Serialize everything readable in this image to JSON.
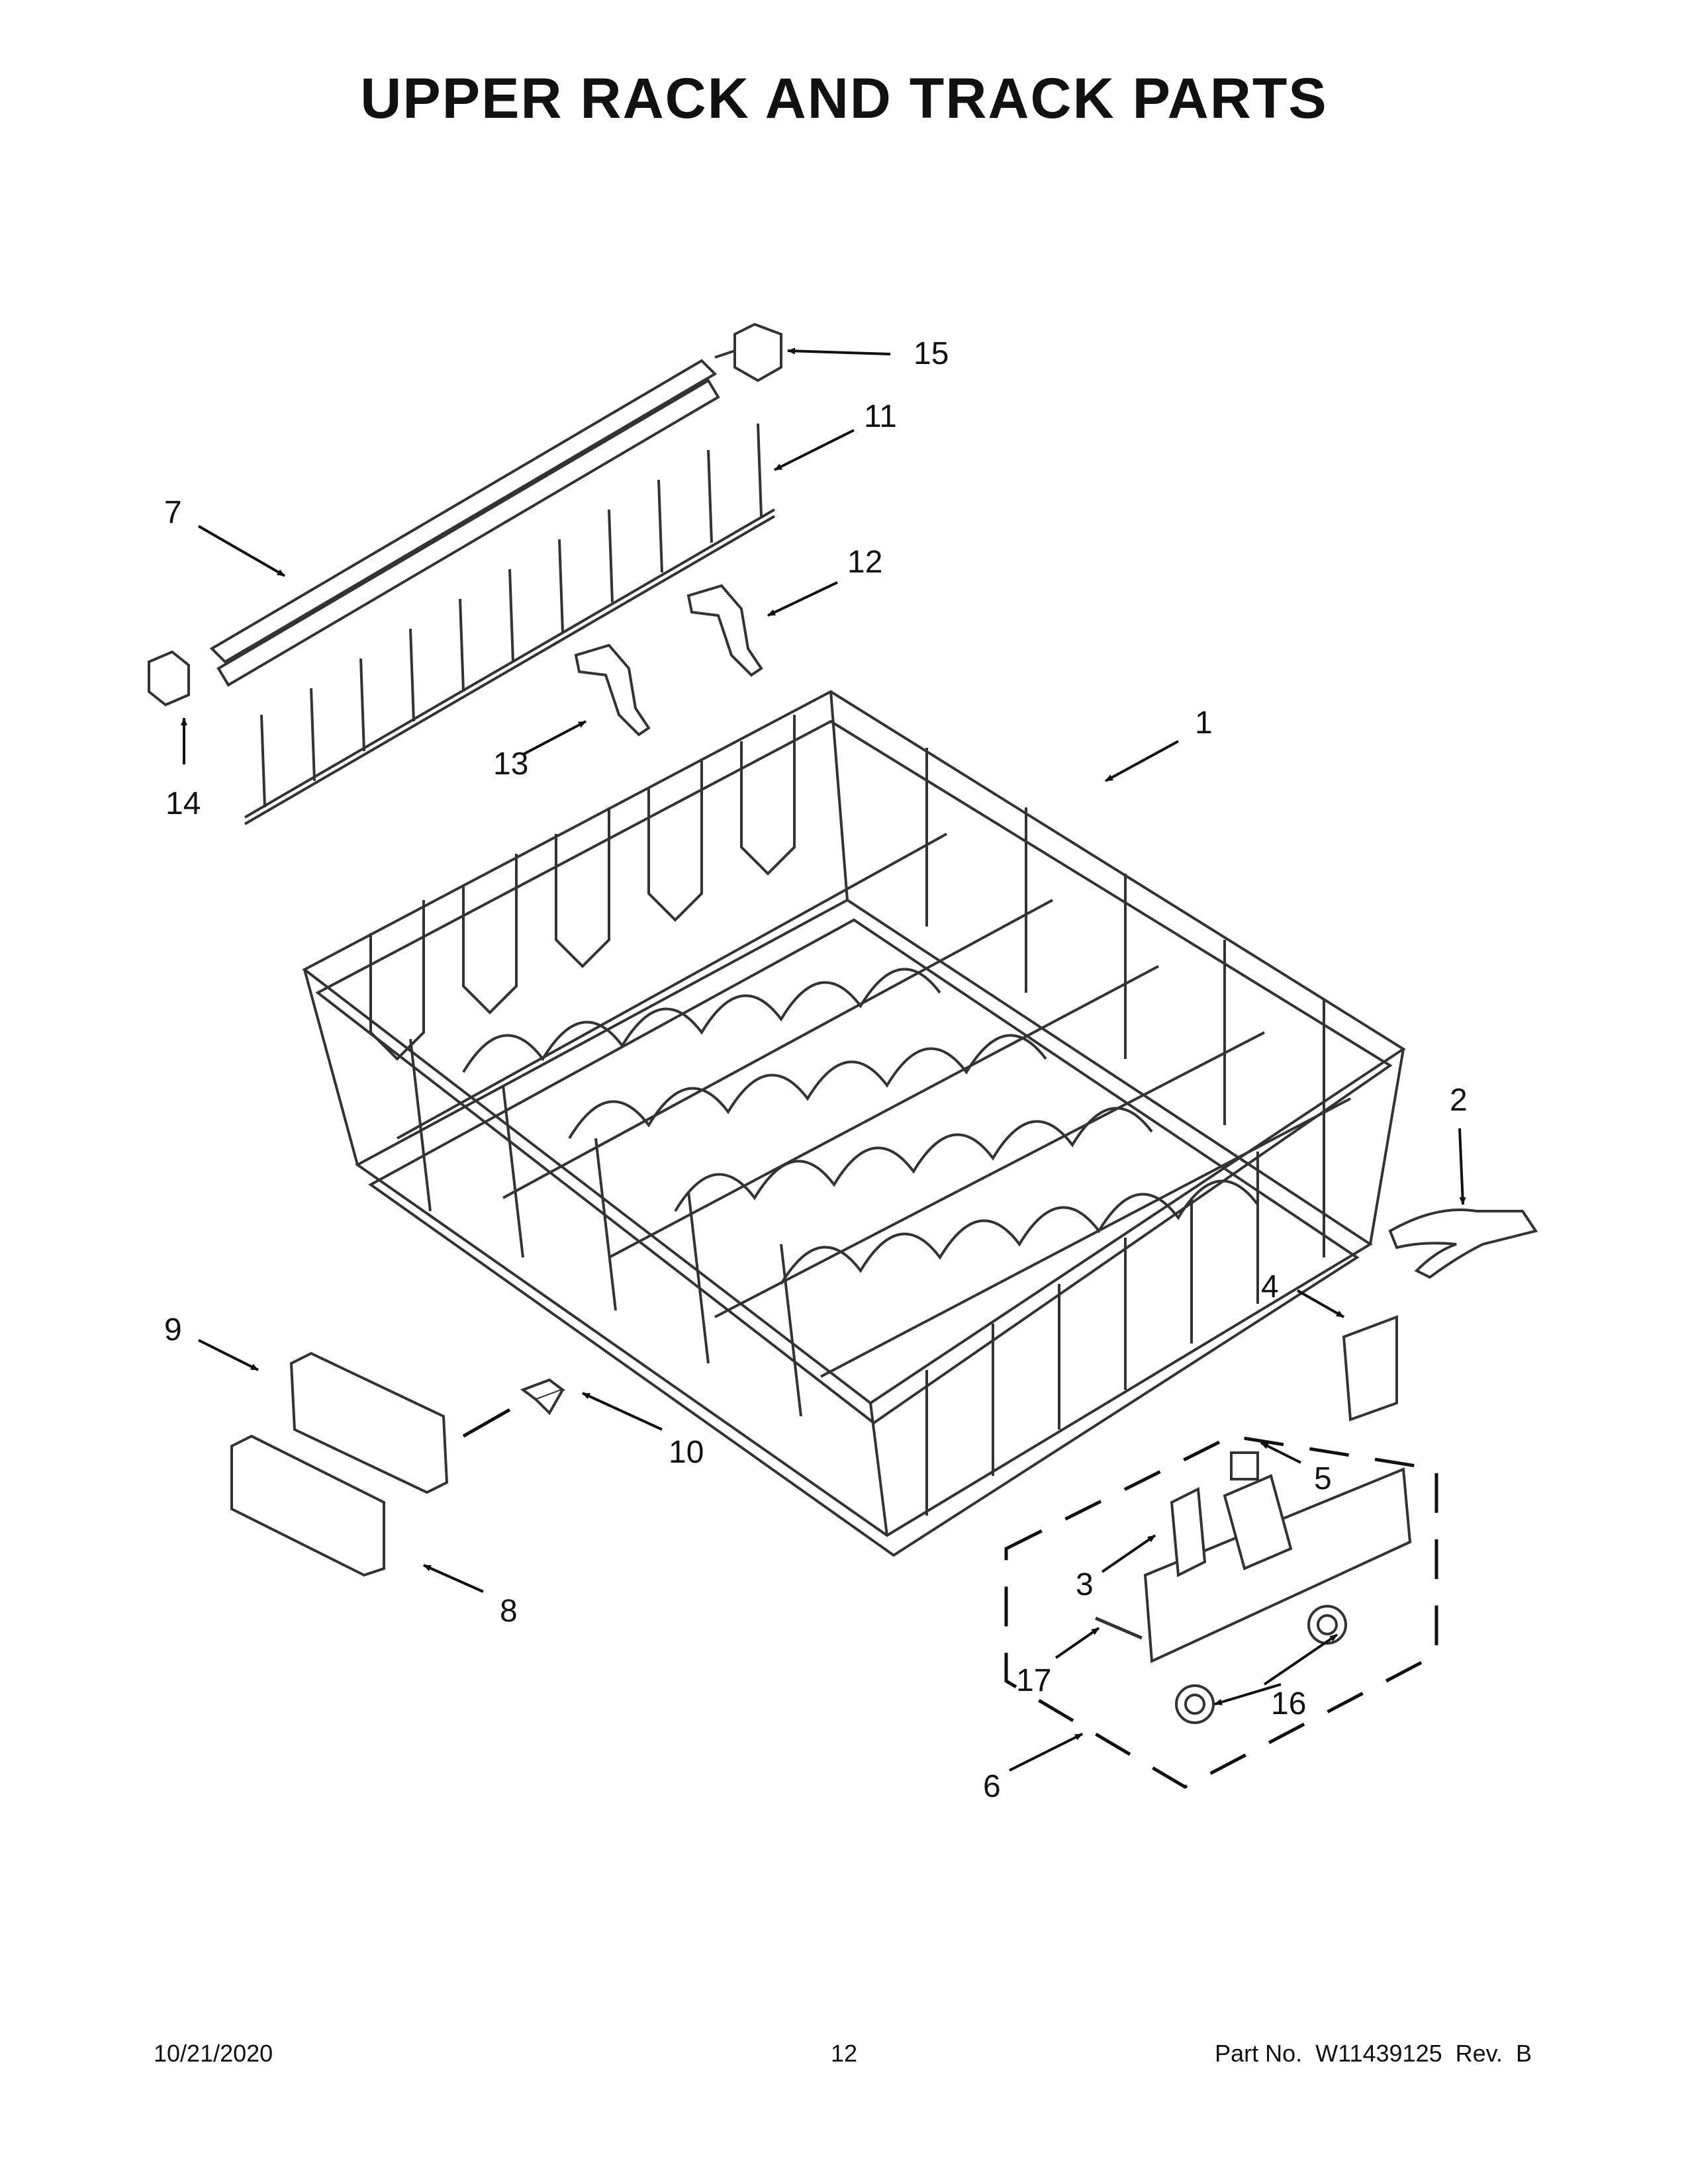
{
  "page": {
    "title": "UPPER RACK AND TRACK PARTS"
  },
  "callouts": [
    "1",
    "2",
    "3",
    "4",
    "5",
    "6",
    "7",
    "8",
    "9",
    "10",
    "11",
    "12",
    "13",
    "14",
    "15",
    "16",
    "17"
  ],
  "footer": {
    "date": "10/21/2020",
    "page_number": "12",
    "part_number": "Part No.  W11439125  Rev.  B"
  },
  "colors": {
    "line": "#333333",
    "text": "#111111",
    "background": "#ffffff"
  }
}
